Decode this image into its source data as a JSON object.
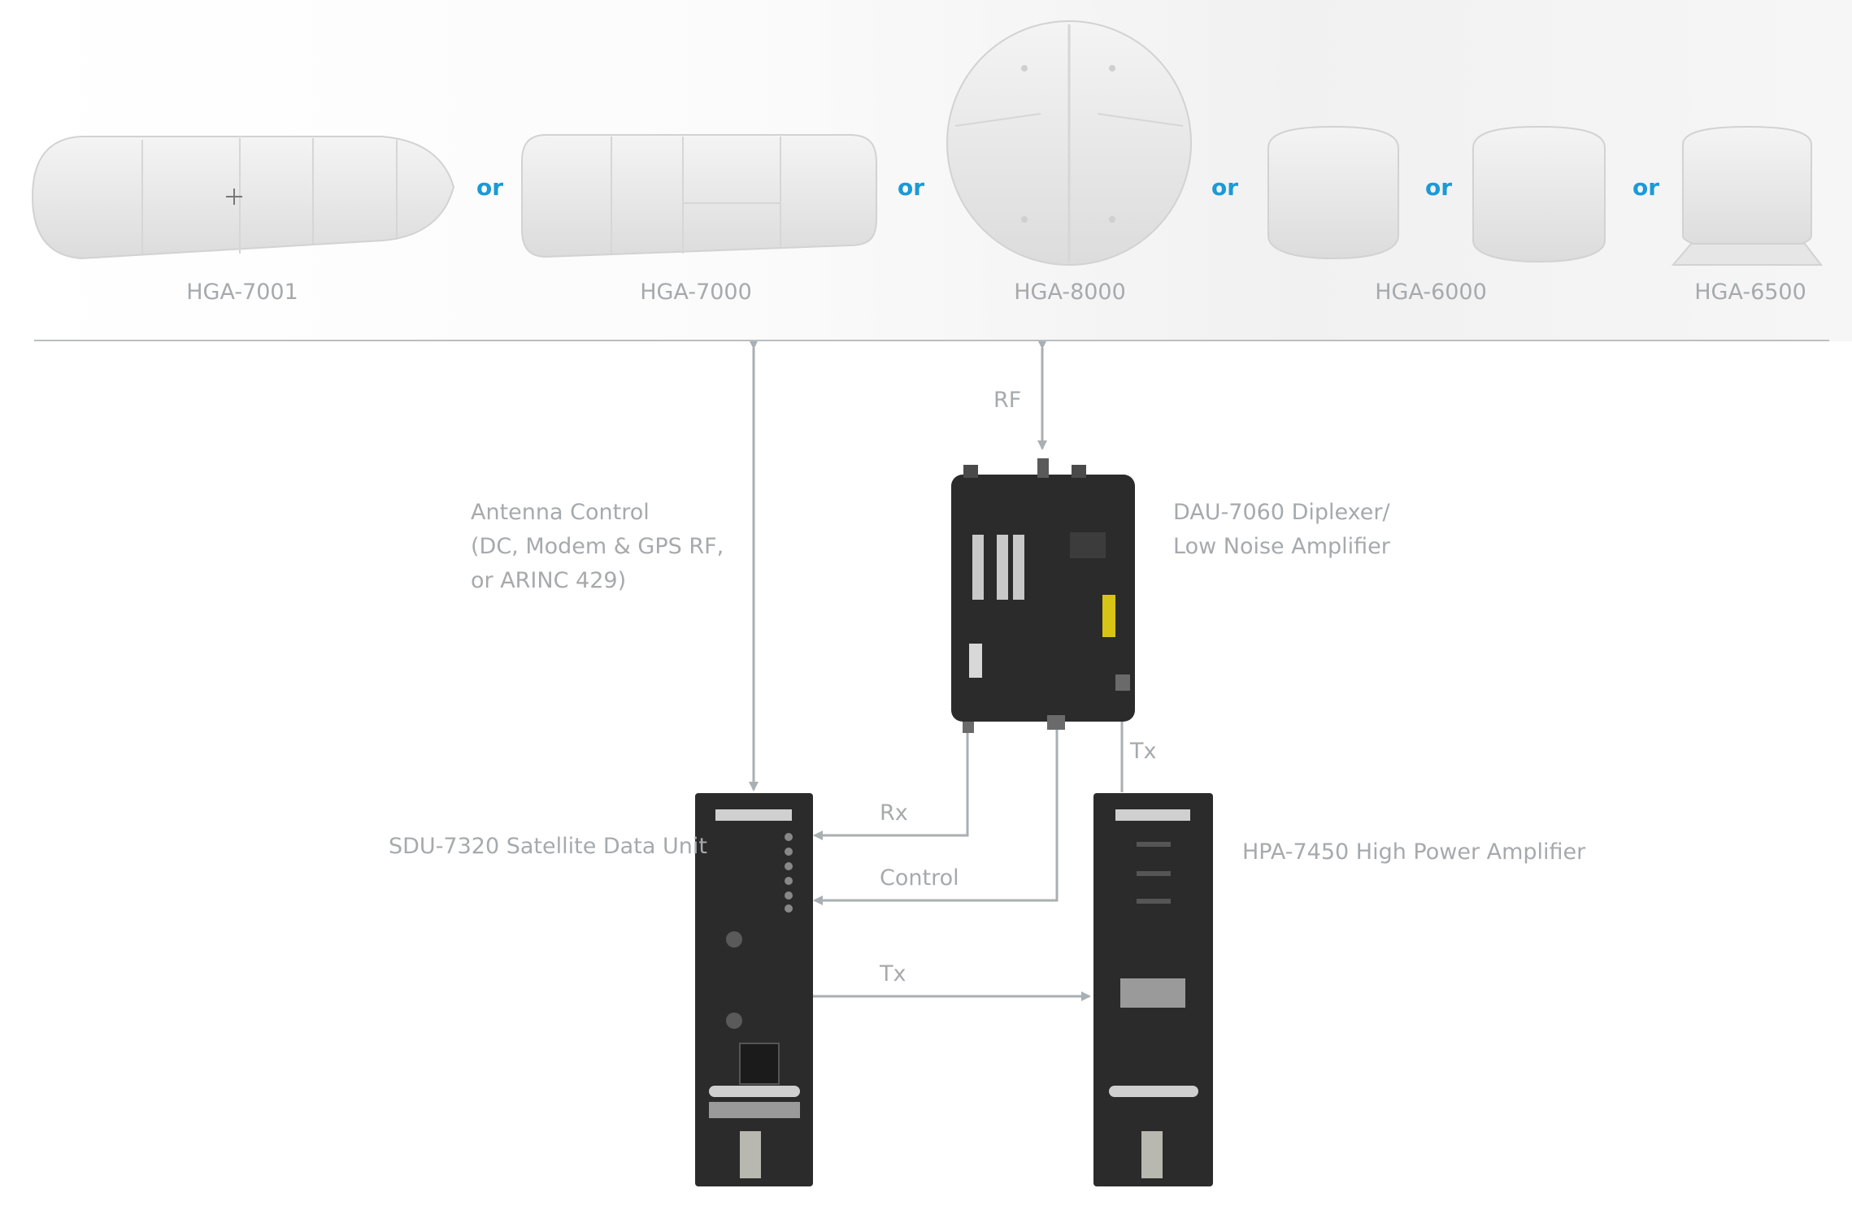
{
  "connector_word": "or",
  "antennas": [
    {
      "name": "HGA-7001"
    },
    {
      "name": "HGA-7000"
    },
    {
      "name": "HGA-8000"
    },
    {
      "name": "HGA-6000"
    },
    {
      "name": "HGA-6500"
    }
  ],
  "labels": {
    "rf": "RF",
    "antenna_control": [
      "Antenna Control",
      "(DC, Modem & GPS RF,",
      "or ARINC 429)"
    ],
    "dau": [
      "DAU-7060 Diplexer/",
      "Low Noise Amplifier"
    ],
    "sdu": "SDU-7320 Satellite Data Unit",
    "hpa": "HPA-7450 High Power Amplifier",
    "rx": "Rx",
    "control": "Control",
    "tx_sdu_hpa": "Tx",
    "tx_hpa_dau": "Tx"
  },
  "colors": {
    "connector": "#1a9ad6",
    "label": "#a6aaad",
    "line": "#a9afb3",
    "unit_body": "#2b2b2b"
  }
}
